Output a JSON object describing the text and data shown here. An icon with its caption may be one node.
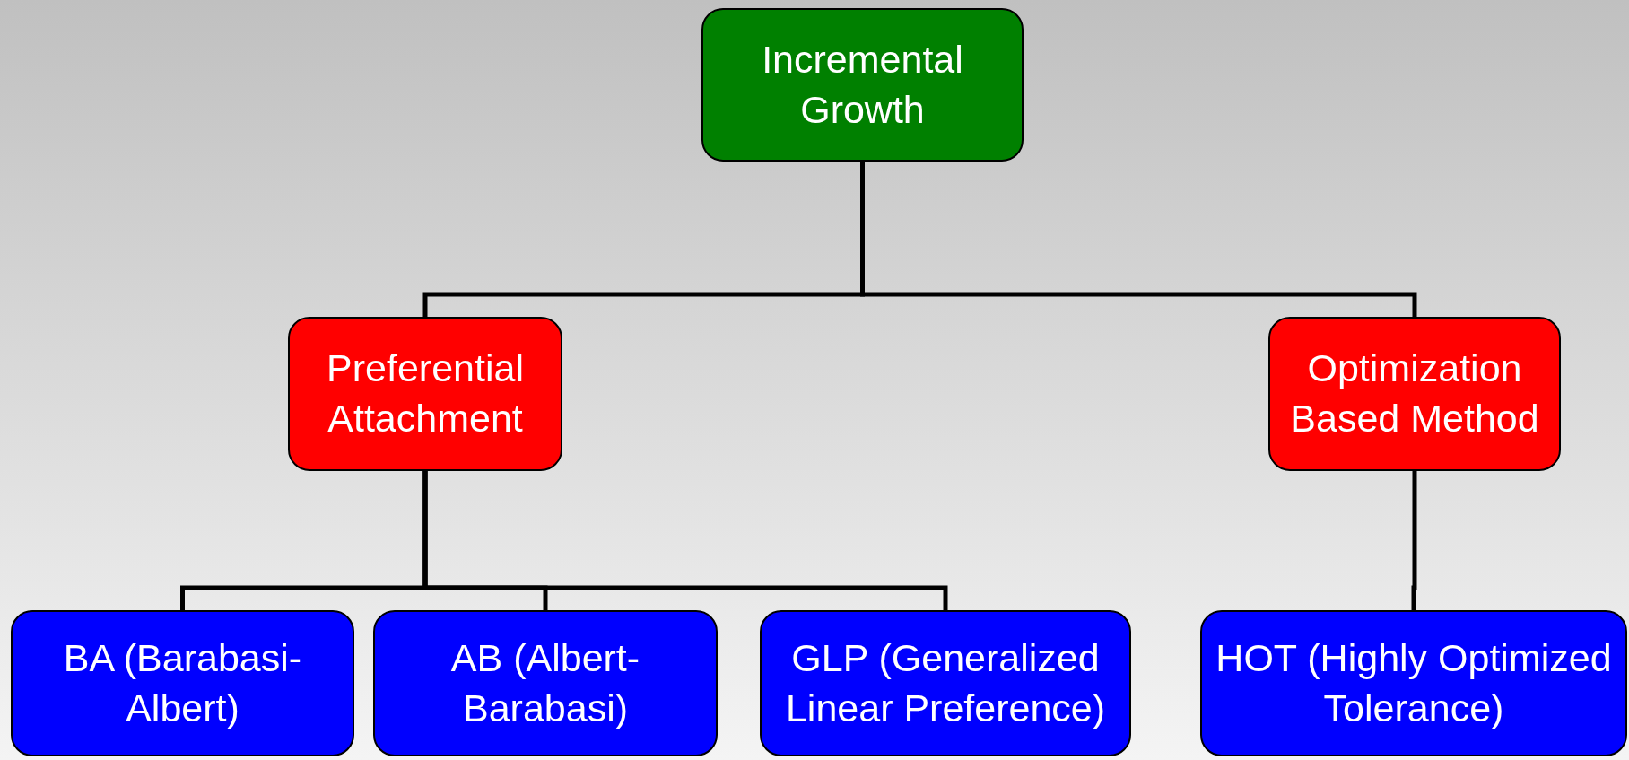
{
  "diagram": {
    "nodes": [
      {
        "text": [
          "Incremental Growth"
        ]
      },
      {
        "text": [
          "Preferential Attachment"
        ]
      },
      {
        "text": [
          "Optimization Based Method"
        ]
      },
      {
        "text": [
          "BA (Barabasi-Albert)"
        ]
      },
      {
        "text": [
          "AB (Albert-Barabasi)"
        ]
      },
      {
        "text": [
          "GLP (Generalized Linear Preference)"
        ]
      },
      {
        "text": [
          "HOT (Highly Optimized Tolerance)"
        ]
      }
    ],
    "edges": [
      {
        "from": 0,
        "to": 1,
        "arrow": "none"
      },
      {
        "from": 0,
        "to": 2,
        "arrow": "none"
      },
      {
        "from": 1,
        "to": 3,
        "arrow": "none"
      },
      {
        "from": 1,
        "to": 4,
        "arrow": "none"
      },
      {
        "from": 1,
        "to": 5,
        "arrow": "none"
      },
      {
        "from": 2,
        "to": 6,
        "arrow": "none"
      }
    ]
  }
}
